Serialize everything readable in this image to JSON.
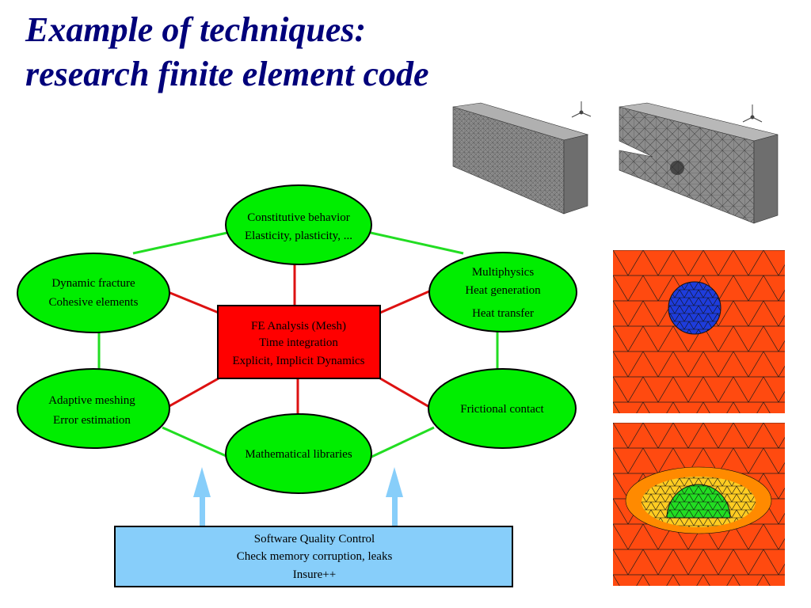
{
  "title": {
    "line1": "Example of techniques:",
    "line2": "research finite element code"
  },
  "diagram": {
    "center": {
      "lines": [
        "FE Analysis (Mesh)",
        "Time integration",
        "Explicit, Implicit Dynamics"
      ],
      "fill": "#ff0000"
    },
    "nodes": {
      "constitutive": [
        "Constitutive behavior",
        "Elasticity, plasticity, ..."
      ],
      "fracture": [
        "Dynamic fracture",
        "Cohesive elements"
      ],
      "multiphysics": [
        "Multiphysics",
        "Heat generation",
        "Heat transfer"
      ],
      "adaptive": [
        "Adaptive meshing",
        "Error estimation"
      ],
      "contact": [
        "Frictional contact"
      ],
      "mathlib": [
        "Mathematical libraries"
      ]
    },
    "quality": {
      "lines": [
        "Software Quality Control",
        "Check memory corruption, leaks",
        "Insure++"
      ],
      "fill": "#87cefa"
    },
    "colors": {
      "ellipse_fill": "#00ee00",
      "ring_edge": "#22dd22",
      "spoke_edge": "#dd1111",
      "arrow": "#87cefa"
    }
  },
  "images": {
    "mesh_colors": {
      "gray": "#8c8c8c",
      "orange": "#ff4a10",
      "blue": "#1e3cdc",
      "green": "#22dd22",
      "yellow": "#ffcc22"
    }
  }
}
